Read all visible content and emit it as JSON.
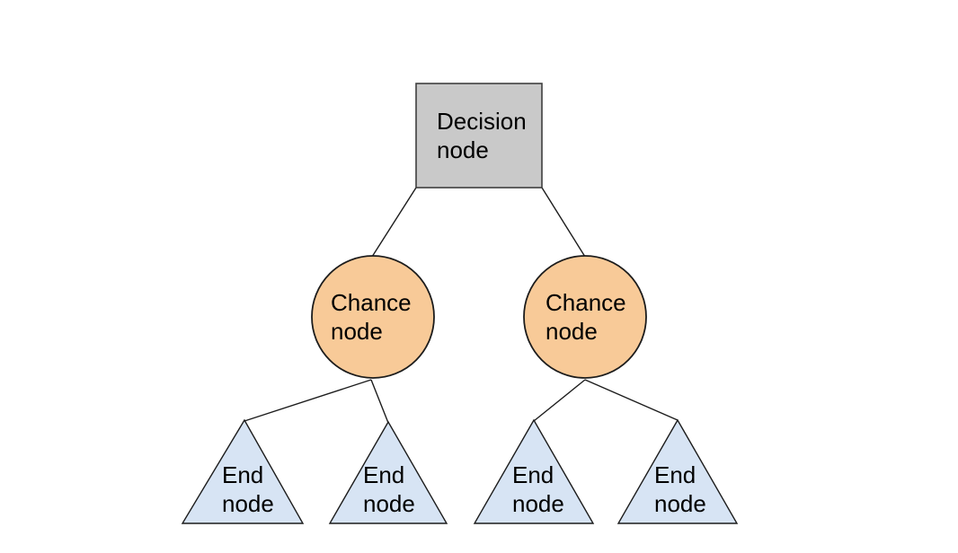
{
  "background": "#ffffff",
  "text_color": "#000000",
  "connectors": {
    "color": "#1c1c1c"
  },
  "nodes": {
    "decision": {
      "label": "Decision\nnode",
      "shape": "square",
      "fill": "#c9c9c9",
      "stroke": "#3f3f3f"
    },
    "chance_left": {
      "label": "Chance\nnode",
      "shape": "circle",
      "fill": "#f8ca98",
      "stroke": "#1c1c1c"
    },
    "chance_right": {
      "label": "Chance\nnode",
      "shape": "circle",
      "fill": "#f8ca98",
      "stroke": "#1c1c1c"
    },
    "end_1": {
      "label": "End\nnode",
      "shape": "triangle",
      "fill": "#d7e4f4",
      "stroke": "#1c1c1c"
    },
    "end_2": {
      "label": "End\nnode",
      "shape": "triangle",
      "fill": "#d7e4f4",
      "stroke": "#1c1c1c"
    },
    "end_3": {
      "label": "End\nnode",
      "shape": "triangle",
      "fill": "#d7e4f4",
      "stroke": "#1c1c1c"
    },
    "end_4": {
      "label": "End\nnode",
      "shape": "triangle",
      "fill": "#d7e4f4",
      "stroke": "#1c1c1c"
    }
  }
}
